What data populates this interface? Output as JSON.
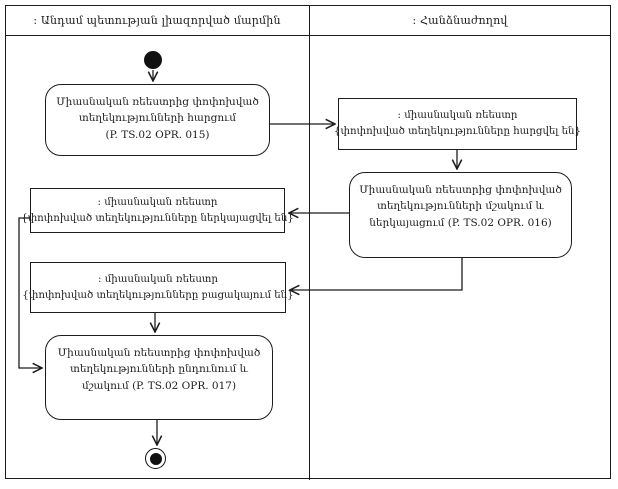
{
  "colors": {
    "ink": "#1c1c1c",
    "paper": "#ffffff"
  },
  "lanes": [
    {
      "id": "member-state",
      "title": ": Անդամ պետության լիազորված մարմին"
    },
    {
      "id": "commission",
      "title": ": Հանձնաժողով"
    }
  ],
  "nodes": {
    "action_015": {
      "type": "action",
      "lines": [
        "Միասնական ռեեստրից փոփոխված",
        "տեղեկությունների հարցում",
        "(P. TS.02 OPR. 015)"
      ]
    },
    "object_queried": {
      "type": "object",
      "lines": [
        ": միասնական ռեեստր",
        "{փոփոխված տեղեկությունները հարցվել են}"
      ]
    },
    "action_016": {
      "type": "action",
      "lines": [
        "Միասնական ռեեստրից փոփոխված",
        "տեղեկությունների մշակում և",
        "ներկայացում (P. TS.02 OPR. 016)"
      ]
    },
    "object_presented": {
      "type": "object",
      "lines": [
        ": միասնական ռեեստր",
        "{փոփոխված տեղեկությունները ներկայացվել են}"
      ]
    },
    "object_absent": {
      "type": "object",
      "lines": [
        ": միասնական ռեեստր",
        "{փոփոխված տեղեկությունները բացակայում են}"
      ]
    },
    "action_017": {
      "type": "action",
      "lines": [
        "Միասնական ռեեստրից փոփոխված",
        "տեղեկությունների ընդունում և",
        "մշակում (P. TS.02 OPR. 017)"
      ]
    }
  },
  "edges": [
    {
      "from": "start",
      "to": "action_015"
    },
    {
      "from": "action_015",
      "to": "object_queried"
    },
    {
      "from": "object_queried",
      "to": "action_016"
    },
    {
      "from": "action_016",
      "to": "object_presented"
    },
    {
      "from": "action_016",
      "to": "object_absent"
    },
    {
      "from": "object_presented",
      "to": "action_017"
    },
    {
      "from": "object_absent",
      "to": "action_017"
    },
    {
      "from": "action_017",
      "to": "final"
    }
  ]
}
